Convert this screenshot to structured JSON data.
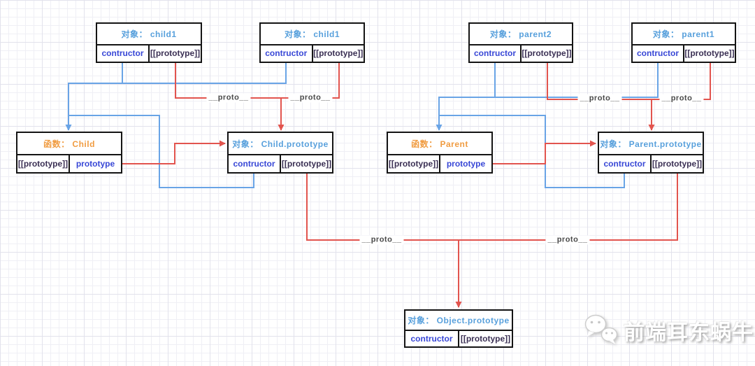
{
  "diagram": {
    "boxes": {
      "child1a": {
        "title": "对象： child1",
        "cell1": "contructor",
        "cell2": "[[prototype]]"
      },
      "child1b": {
        "title": "对象： child1",
        "cell1": "contructor",
        "cell2": "[[prototype]]"
      },
      "parent2": {
        "title": "对象： parent2",
        "cell1": "contructor",
        "cell2": "[[prototype]]"
      },
      "parent1": {
        "title": "对象： parent1",
        "cell1": "contructor",
        "cell2": "[[prototype]]"
      },
      "childFn": {
        "title": "函数： Child",
        "cell1": "[[prototype]]",
        "cell2": "prototype"
      },
      "childProto": {
        "title": "对象： Child.prototype",
        "cell1": "contructor",
        "cell2": "[[prototype]]"
      },
      "parentFn": {
        "title": "函数： Parent",
        "cell1": "[[prototype]]",
        "cell2": "prototype"
      },
      "parentProto": {
        "title": "对象： Parent.prototype",
        "cell1": "contructor",
        "cell2": "[[prototype]]"
      },
      "objectProto": {
        "title": "对象： Object.prototype",
        "cell1": "contructor",
        "cell2": "[[prototype]]"
      }
    },
    "edge_label": "__proto__",
    "colors": {
      "line_blue": "#69a4e6",
      "line_red": "#e2544e",
      "title_object": "#58a0dc",
      "title_function": "#f09c42",
      "cell_link_blue": "#3847d6",
      "cell_internal_dark": "#3b3054",
      "edge_label_text": "#4a4a4a",
      "box_border": "#141414"
    }
  },
  "watermark": {
    "text": "前端耳东蜗牛",
    "icon": "wechat-logo"
  }
}
